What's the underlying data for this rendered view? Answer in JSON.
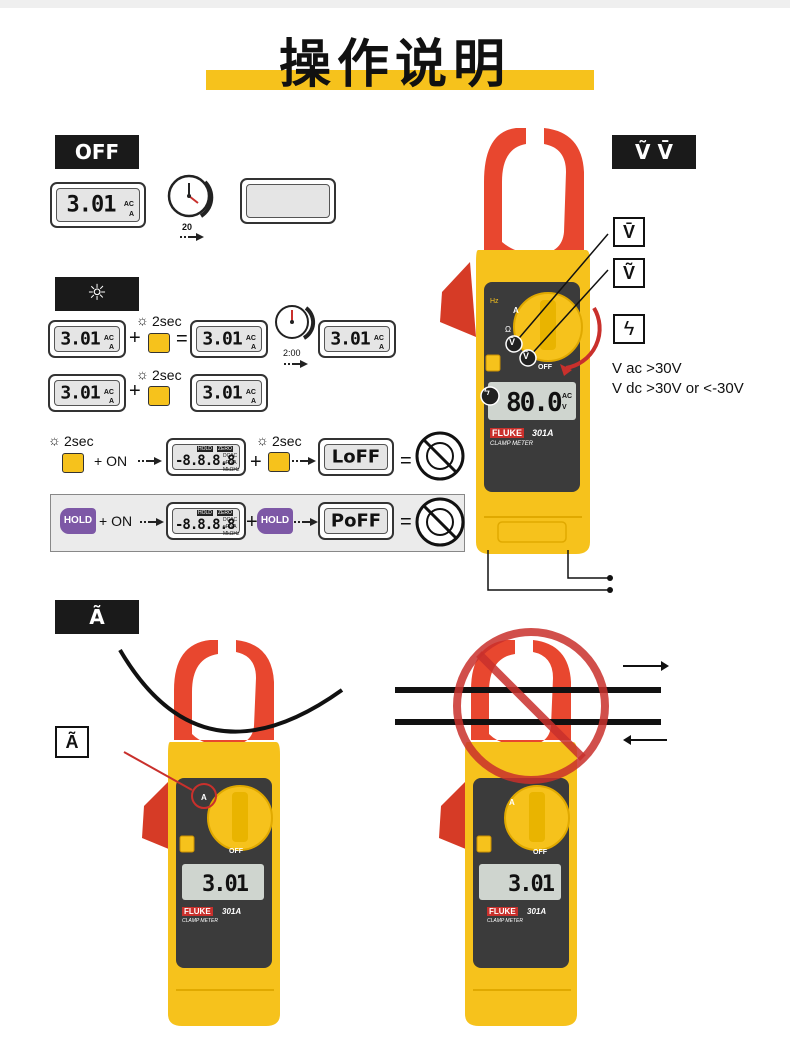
{
  "title": "操作说明",
  "sections": {
    "off_tag": "OFF",
    "backlight_tag": "☼",
    "voltage_tag": "Ṽ V̄",
    "current_tag": "Ã"
  },
  "display": {
    "main_reading": "3.01",
    "units_ac": "AC",
    "units_a": "A",
    "big_reading": "80.0",
    "big_ac": "AC",
    "big_v": "V",
    "all_segments": "-8.8.8.8",
    "seg_hold": "HOLD",
    "seg_zero": "ZERO",
    "seg_dcac": "DCAC",
    "seg_units": "nF VA",
    "seg_units2": "MkΩHz",
    "loff": "LoFF",
    "poff": "PoFF"
  },
  "timer": {
    "label": "20",
    "label_2": "2:00"
  },
  "controls": {
    "duration": "2sec",
    "plus": "+",
    "equals": "=",
    "on_label": "+ ON",
    "hold_label": "HOLD"
  },
  "meter": {
    "brand": "FLUKE",
    "model": "301A",
    "subtitle": "CLAMP METER",
    "off_label": "OFF",
    "hz_label": "Hz",
    "a_label": "A",
    "omega_label": "Ω",
    "vdc_symbol": "V̄",
    "vac_symbol": "Ṽ",
    "hazard_symbol": "ϟ"
  },
  "voltage_notes": {
    "line1": "V ac >30V",
    "line2": "V dc >30V or <-30V"
  },
  "colors": {
    "meter_yellow": "#f6c21c",
    "clamp_red": "#e8472f",
    "display_gray": "#e5e5e5",
    "hold_purple": "#7d58a6",
    "warning_red": "#c9302c",
    "tag_black": "#1a1a1a"
  }
}
